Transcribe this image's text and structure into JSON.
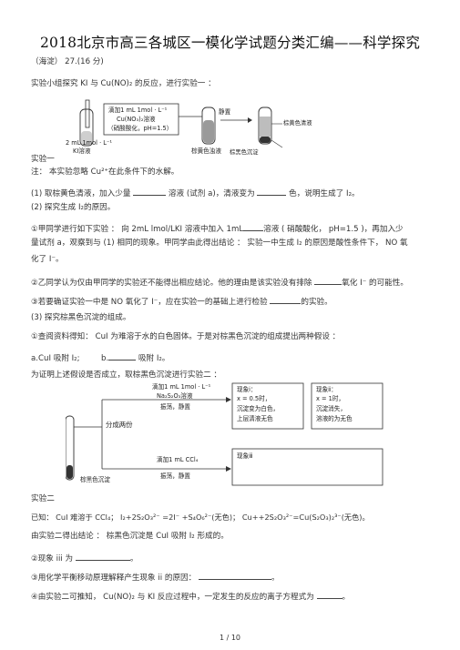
{
  "title": "2018北京市高三各城区一模化学试题分类汇编——科学探究",
  "source": "（海淀）  27.(16   分)",
  "intro": "实验小组探究   KI   与  Cu(NO)₂  的反应，进行实验一   ：",
  "exp1": {
    "label_top1": "滴加1 mL 1mol · L⁻¹",
    "label_top2": "Cu(NO₃)₂溶液",
    "label_top3": "（硝酸酸化，pH=1.5）",
    "label_static": "静置",
    "label_left1": "2 mL 1mol · L⁻¹",
    "label_left2": "KI溶液",
    "label_mid": "棕黄色浊液",
    "label_r1": "棕黄色清液",
    "label_r2": "棕黑色沉淀",
    "caption": "实验一"
  },
  "note": "注：   本实验忽略    Cu²⁺在此条件下的水解。",
  "q1": "(1)  取棕黄色清液，加入少量",
  "q1b": "溶液 (试剂  a)，清液变为",
  "q1c": "色，说明生成了    I₂。",
  "q2": "(2)  探究生成   I₂的原因。",
  "q2_1a": "①甲同学进行如下实验   ：  向  2mL   lmol/LKI      溶液中加入   1mL",
  "q2_1b": "溶液 (    硝酸酸化，   pH=1.5    )，再加入少",
  "q2_1c": "量试剂  a，观察到与   (1)  相同的现象。甲同学由此得出结论     ：  实验一中生成     I₂   的原因是酸性条件下，      NO   氧",
  "q2_1d": "化了  I⁻。",
  "q2_2": "②乙同学认为仅由甲同学的实验还不能得出相应结论。他的理由是该实验没有排除",
  "q2_2b": "氧化  I⁻ 的可能性。",
  "q2_3": "③若要确证实验一中是      NO 氧化了   I⁻，应在实验一的基础上进行检验",
  "q2_3b": "的实验。",
  "q3": "(3)  探究棕黑色沉淀的组成。",
  "q3_1": "①查阅资料得知：     CuI      为难溶于水的白色固体。于是对棕黑色沉淀的组成提出两种假设             ：",
  "q3_a": "a.CuI   吸附  I₂;",
  "q3_b": "b.",
  "q3_b2": "吸附  I₂。",
  "q3_verify": "为证明上述假设是否成立，取棕黑色沉淀进行实验二              ：",
  "exp2": {
    "top1": "滴加1 mL 1mol · L⁻¹",
    "top2": "Na₂S₂O₃溶液",
    "top3": "振荡，静置",
    "split": "分成两份",
    "bottom1": "滴加1 mL CCl₄",
    "bottom2": "振荡，静置",
    "precip": "棕黑色沉淀",
    "obs1_t": "现象ⅰ：",
    "obs1_1": "x = 0.5时，",
    "obs1_2": "沉淀变为白色，",
    "obs1_3": "上层清液无色",
    "obs2_t": "现象ⅱ：",
    "obs2_1": "x = 1时，",
    "obs2_2": "沉淀消失，",
    "obs2_3": "溶液的为无色",
    "obs3_t": "现象ⅲ",
    "caption": "实验二"
  },
  "known": "已知：   CuI  难溶于   CCl₄；   I₂+2S₂O₃²⁻ =2I⁻ +S₄O₆²⁻(无色)；   Cu++2S₂O₃²⁻=Cu(S₂O₃)₂³⁻(无色)。",
  "conclude": "由实验二得出结论     ：   棕黑色沉淀是     CuI   吸附  I₂   形成的。",
  "q_obs3": "②现象 iii 为",
  "q_obs3_end": "。",
  "q_balance": "③用化学平衡移动原理解释产生现象           ii      的原因：",
  "q_balance_end": "。",
  "q_ion": "④由实验二可推知，      Cu(NO)₂    与  KI    反应过程中，一定发生的反应的离子方程式为",
  "q_ion_end": "。",
  "page": "1 / 10"
}
